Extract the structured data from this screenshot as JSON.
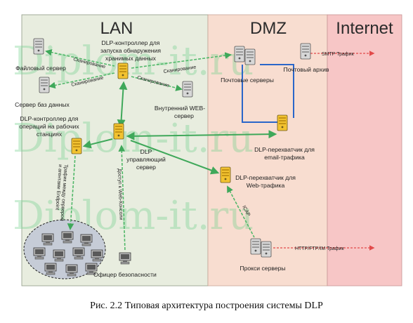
{
  "zones": {
    "lan": "LAN",
    "dmz": "DMZ",
    "internet": "Internet"
  },
  "nodes": {
    "file_server": "Файловый сервер",
    "db_server": "Сервер баз данных",
    "dlp_storage_ctrl": [
      "DLP-контроллер для",
      "запуска обнаружения",
      "хранимых данных"
    ],
    "web_internal": [
      "Внутренний WEB-",
      "сервер"
    ],
    "dlp_workstation_ctrl": [
      "DLP-контроллер для",
      "операций на рабочих",
      "станциях"
    ],
    "dlp_mgmt_server": [
      "DLP",
      "управляющий",
      "сервер"
    ],
    "security_officer": "Офицер безопасности",
    "mail_servers": "Почтовые серверы",
    "mail_archive": "Почтовый архив",
    "dlp_email_interceptor": [
      "DLP-перехватчик для",
      "email-трафика"
    ],
    "dlp_web_interceptor": [
      "DLP-перехватчик для",
      "Web-трафика"
    ],
    "proxy_servers": "Прокси серверы"
  },
  "edges": {
    "scan_1": "Сканирование",
    "scan_2": "Сканирование",
    "scan_3": "Сканирование",
    "scan_4": "Сканирование",
    "smtp": "SMTP Трафик",
    "http": "HTTP/FTP/IM Трафик",
    "icap": "ICAP",
    "web_console": "Доступ к Web-Консоли",
    "traffic_ws": [
      "Трафик между сервером",
      "и агентами Endpoint"
    ]
  },
  "watermark": "Diplom-it.ru",
  "caption": "Рис.  2.2 Типовая архитектура построения системы DLP",
  "colors": {
    "lan_bg": "#e8eddf",
    "dmz_bg": "#f8ddd0",
    "internet_bg": "#f7c6c6",
    "green_link": "#52b86a",
    "blue_link": "#2a66c9",
    "red_link": "#e24a4a",
    "server": "#f2c230"
  }
}
